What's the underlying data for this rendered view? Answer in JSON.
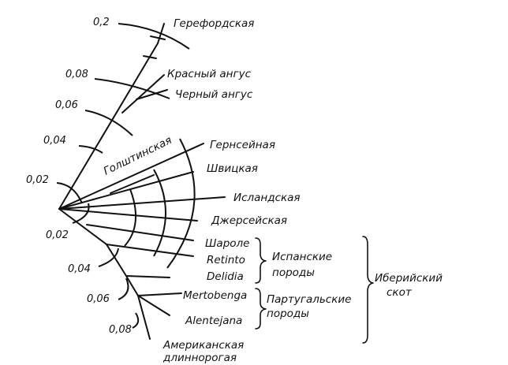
{
  "scale_labels": {
    "upper": [
      "0,2",
      "0,08",
      "0,06",
      "0,04",
      "0,02"
    ],
    "lower": [
      "0,02",
      "0,04",
      "0,06",
      "0,08"
    ]
  },
  "breeds": {
    "hereford": "Герефордская",
    "red_angus": "Красный ангус",
    "black_angus": "Черный ангус",
    "holstein": "Голштинская",
    "guernsey": "Гернсейная",
    "swiss": "Швицкая",
    "icelandic": "Исландская",
    "jersey": "Джерсейская",
    "sharole": "Шароле",
    "retinto": "Retinto",
    "delidia": "Delidia",
    "mertobenga": "Mertobenga",
    "alentejana": "Alentejana",
    "american_line1": "Американская",
    "american_line2": "длиннорогая"
  },
  "groups": {
    "spanish_line1": "Испанские",
    "spanish_line2": "породы",
    "portuguese_line1": "Партугальские",
    "portuguese_line2": "породы",
    "iberian_line1": "Иберийский",
    "iberian_line2": "скот"
  }
}
